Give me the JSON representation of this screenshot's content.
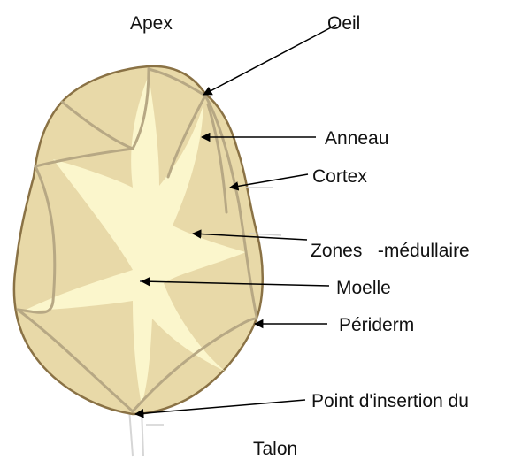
{
  "labels": {
    "apex": "Apex",
    "oeil": "Oeil",
    "anneau": "Anneau",
    "cortex": "Cortex",
    "zones_medullaire": "Zones   -médullaire",
    "moelle": "Moelle",
    "periderm": "Périderm",
    "point_insertion": "Point d'insertion du",
    "talon": "Talon"
  },
  "colors": {
    "tuber_flesh": "#e8d9a8",
    "tuber_outline": "#8a7245",
    "pith": "#fbf6cc",
    "ring_line": "#b7a884",
    "arrow": "#000000"
  }
}
